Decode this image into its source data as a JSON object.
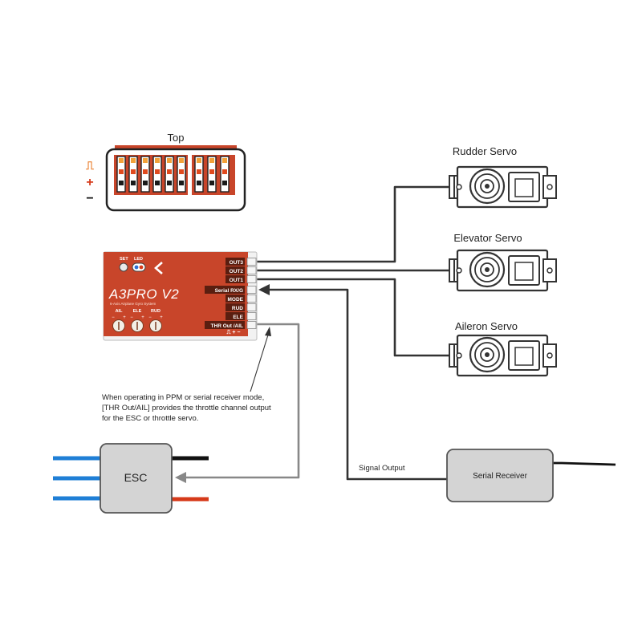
{
  "top_view": {
    "title": "Top",
    "signal_symbol": "⎍",
    "plus_symbol": "+",
    "minus_symbol": "−"
  },
  "controller": {
    "model": "A3PRO V2",
    "subtitle": "6-Axis Airplane Gyro System",
    "set_label": "SET",
    "led_label": "LED",
    "knobs": [
      {
        "label": "AIL",
        "minus": "−",
        "plus": "+"
      },
      {
        "label": "ELE",
        "minus": "−",
        "plus": "+"
      },
      {
        "label": "RUD",
        "minus": "−",
        "plus": "+"
      }
    ],
    "ports": [
      "OUT3",
      "OUT2",
      "OUT1",
      "Serial RX/G",
      "MODE",
      "RUD",
      "ELE",
      "THR Out /AIL"
    ],
    "port_footer": "⎍ + −"
  },
  "servos": [
    {
      "label": "Rudder Servo"
    },
    {
      "label": "Elevator Servo"
    },
    {
      "label": "Aileron Servo"
    }
  ],
  "esc": {
    "label": "ESC"
  },
  "receiver": {
    "label": "Serial Receiver"
  },
  "signal_output_label": "Signal Output",
  "note": [
    "When operating in PPM or serial receiver mode,",
    "[THR Out/AIL] provides the throttle channel output",
    "for the ESC or throttle servo."
  ],
  "colors": {
    "controller_body": "#c8452a",
    "wire_signal": "#e8731a",
    "wire_blue": "#1f7fd6",
    "wire_red": "#d63a1a",
    "wire_black": "#111111",
    "module_gray": "#d4d4d4",
    "arrow_gray": "#888888"
  }
}
